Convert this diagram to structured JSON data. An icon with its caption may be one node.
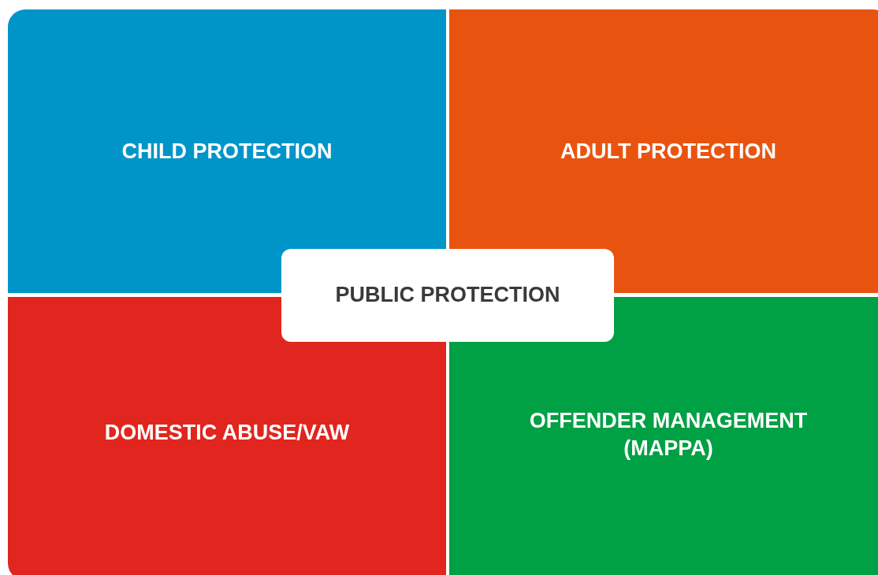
{
  "diagram": {
    "nodes": [
      {
        "text": [
          "CHILD PROTECTION"
        ]
      },
      {
        "text": [
          "ADULT PROTECTION"
        ]
      },
      {
        "text": [
          "PUBLIC PROTECTION"
        ]
      },
      {
        "text": [
          "DOMESTIC ABUSE/VAW"
        ]
      },
      {
        "text": [
          "OFFENDER MANAGEMENT (MAPPA)"
        ]
      }
    ]
  }
}
